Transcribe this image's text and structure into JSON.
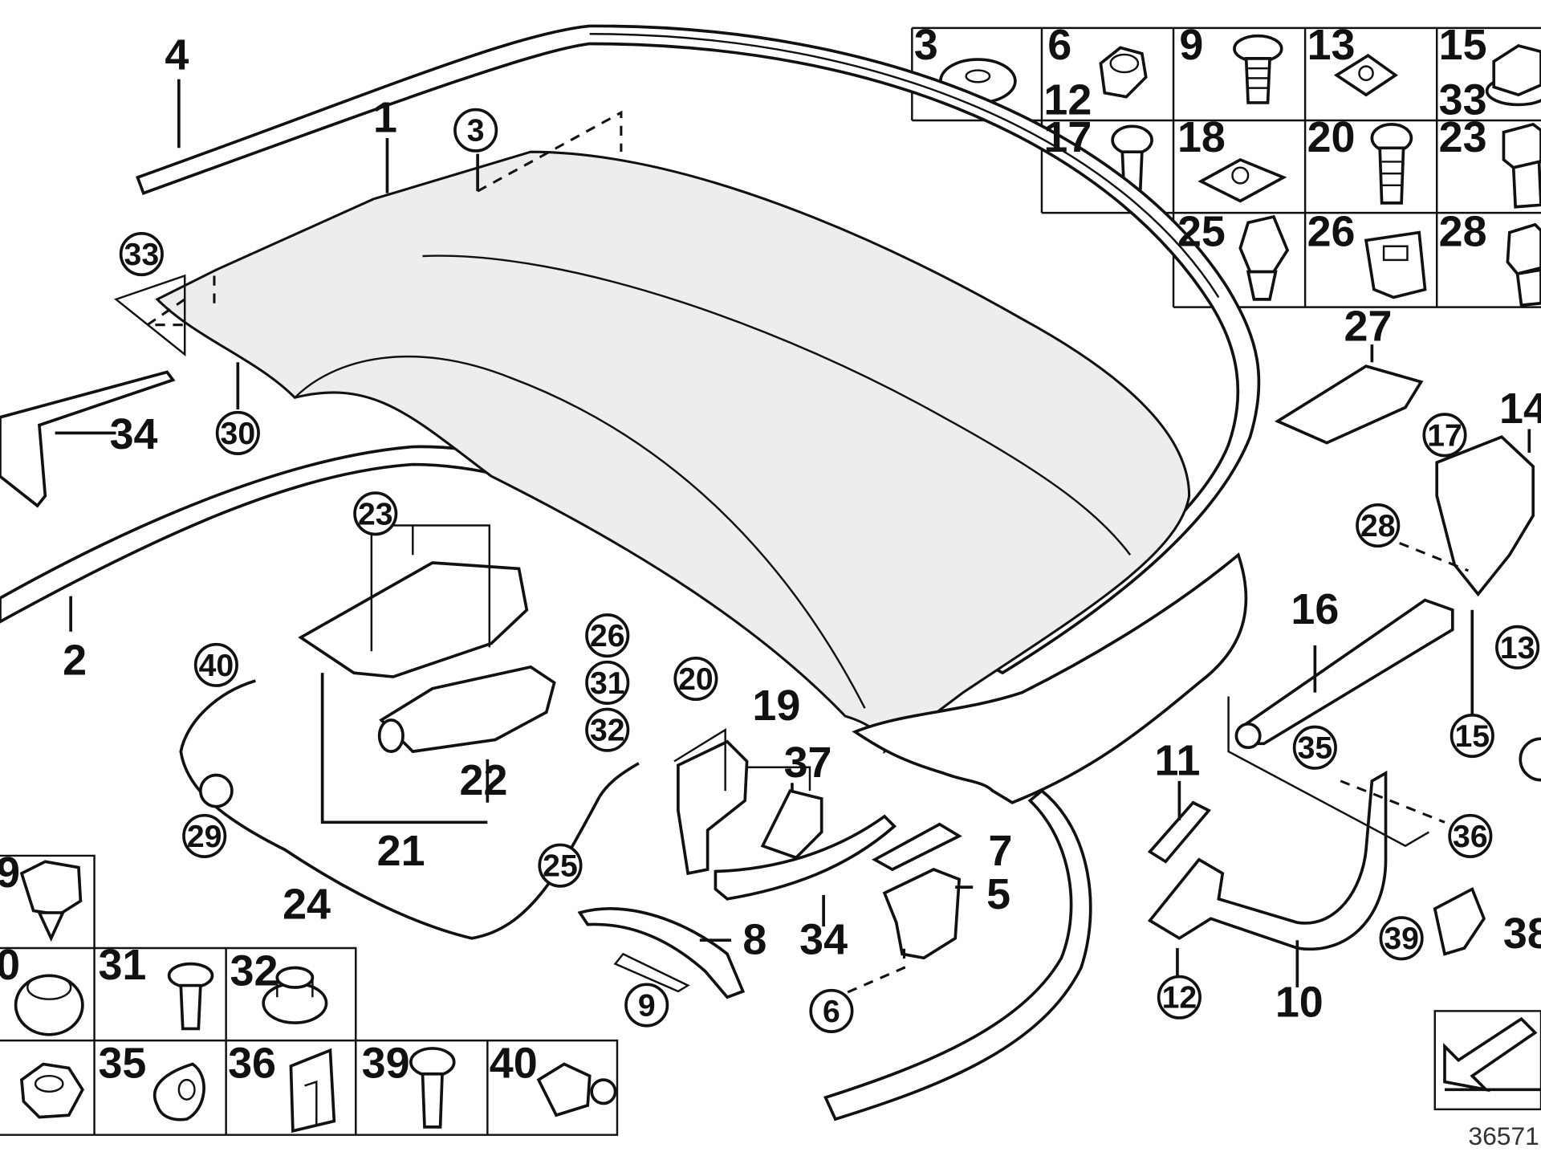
{
  "catalog_number": "36571",
  "callouts": {
    "c1": "1",
    "c2": "2",
    "c3": "3",
    "c4": "4",
    "c5": "5",
    "c6": "6",
    "c7": "7",
    "c8": "8",
    "c9": "9",
    "c10": "10",
    "c11": "11",
    "c12": "12",
    "c13": "13",
    "c14": "14",
    "c15": "15",
    "c16": "16",
    "c17": "17",
    "c19": "19",
    "c20": "20",
    "c21": "21",
    "c22": "22",
    "c23": "23",
    "c24": "24",
    "c25": "25",
    "c26": "26",
    "c27": "27",
    "c28": "28",
    "c29": "29",
    "c30": "30",
    "c31": "31",
    "c32": "32",
    "c33": "33",
    "c34a": "34",
    "c34b": "34",
    "c35": "35",
    "c36": "36",
    "c37": "37",
    "c38": "38",
    "c39": "39",
    "c40": "40"
  },
  "fastener_grid_top": [
    {
      "label": "3"
    },
    {
      "label": "6",
      "label2": "12"
    },
    {
      "label": "9"
    },
    {
      "label": "13"
    },
    {
      "label": "15",
      "label2": "33"
    },
    {
      "label": "17"
    },
    {
      "label": "18"
    },
    {
      "label": "20"
    },
    {
      "label": "23"
    },
    {
      "label": "25"
    },
    {
      "label": "26"
    },
    {
      "label": "28"
    }
  ],
  "fastener_grid_bottom": [
    {
      "label": "9"
    },
    {
      "label": "0"
    },
    {
      "label": "31"
    },
    {
      "label": "32"
    },
    {
      "label": "35"
    },
    {
      "label": "36"
    },
    {
      "label": "39"
    },
    {
      "label": "40"
    }
  ]
}
